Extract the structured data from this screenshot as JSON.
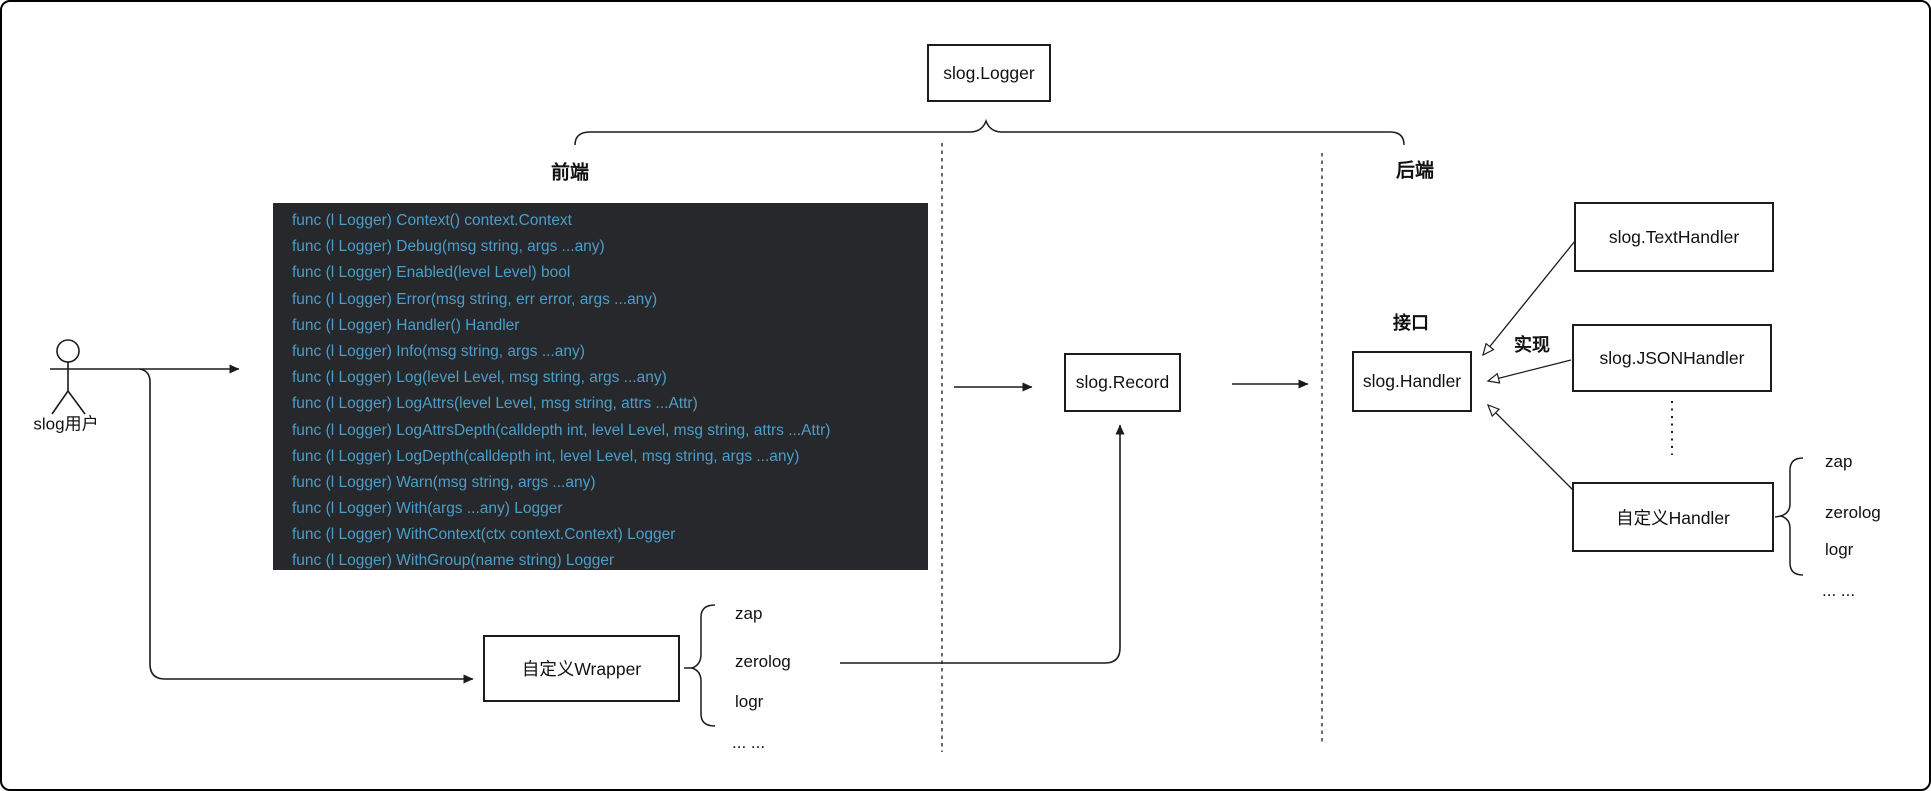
{
  "diagram": {
    "title_box": "slog.Logger",
    "section_labels": {
      "frontend": "前端",
      "backend": "后端"
    },
    "interface_label": "接口",
    "implements_label": "实现",
    "actor_label": "slog用户",
    "boxes": {
      "record": "slog.Record",
      "handler": "slog.Handler",
      "text_handler": "slog.TextHandler",
      "json_handler": "slog.JSONHandler",
      "custom_handler": "自定义Handler",
      "custom_wrapper": "自定义Wrapper"
    },
    "code_block": {
      "lines": [
        "func (l Logger) Context() context.Context",
        "func (l Logger) Debug(msg string, args ...any)",
        "func (l Logger) Enabled(level Level) bool",
        "func (l Logger) Error(msg string, err error, args ...any)",
        "func (l Logger) Handler() Handler",
        "func (l Logger) Info(msg string, args ...any)",
        "func (l Logger) Log(level Level, msg string, args ...any)",
        "func (l Logger) LogAttrs(level Level, msg string, attrs ...Attr)",
        "func (l Logger) LogAttrsDepth(calldepth int, level Level, msg string, attrs ...Attr)",
        "func (l Logger) LogDepth(calldepth int, level Level, msg string, args ...any)",
        "func (l Logger) Warn(msg string, args ...any)",
        "func (l Logger) With(args ...any) Logger",
        "func (l Logger) WithContext(ctx context.Context) Logger",
        "func (l Logger) WithGroup(name string) Logger"
      ]
    },
    "wrapper_examples": {
      "0": "zap",
      "1": "zerolog",
      "2": "logr",
      "3": "... ..."
    },
    "handler_examples": {
      "0": "zap",
      "1": "zerolog",
      "2": "logr",
      "3": "... ..."
    },
    "colors": {
      "code_background": "#26282b",
      "code_text": "#4c9dc9",
      "line": "#1c1c1c"
    }
  }
}
